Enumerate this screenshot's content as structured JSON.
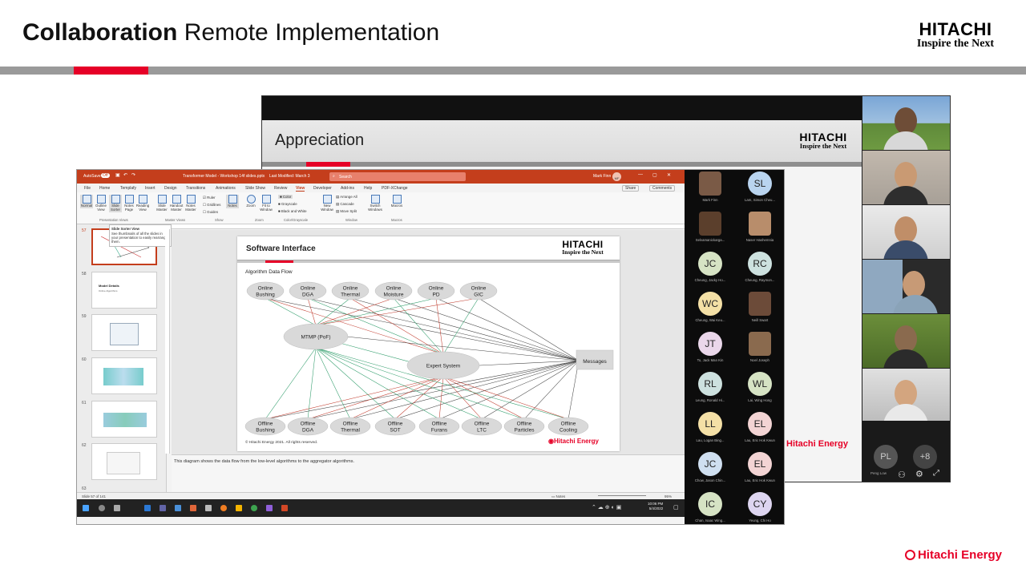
{
  "slide": {
    "title_bold": "Collaboration",
    "title_rest": "Remote Implementation",
    "logo_big": "HITACHI",
    "logo_small": "Inspire the Next",
    "footer_brand": "Hitachi Energy",
    "brand_red": "#e60027"
  },
  "teams": {
    "shared_slide_title": "Appreciation",
    "shared_logo_big": "HITACHI",
    "shared_logo_small": "Inspire the Next",
    "shared_footer": "Hitachi Energy",
    "bottom_participant_initials": "PL",
    "bottom_participant_name": "Peng Low",
    "more_count": "+8"
  },
  "ppt": {
    "autosave": "AutoSave",
    "autosave_state": "Off",
    "file_title": "Transformer Model - Workshop 14f slides.pptx",
    "last_modified": "Last Modified: March 3",
    "search_placeholder": "Search",
    "user_name": "Mark Finn",
    "user_initials": "MF",
    "tabs": [
      "File",
      "Home",
      "Templafy",
      "Insert",
      "Design",
      "Transitions",
      "Animations",
      "Slide Show",
      "Review",
      "View",
      "Developer",
      "Add-ins",
      "Help",
      "PDF-XChange"
    ],
    "share": "Share",
    "comments": "Comments",
    "ribbon": {
      "normal": "Normal",
      "outline": "Outline View",
      "sorter": "Slide Sorter",
      "notes_page": "Notes Page",
      "reading": "Reading View",
      "slide_master": "Slide Master",
      "handout_master": "Handout Master",
      "notes_master": "Notes Master",
      "ruler": "Ruler",
      "gridlines": "Gridlines",
      "guides": "Guides",
      "notes": "Notes",
      "zoom": "Zoom",
      "fit": "Fit to Window",
      "color": "Color",
      "grayscale": "Grayscale",
      "bw": "Black and White",
      "new_window": "New Window",
      "arrange": "Arrange All",
      "cascade": "Cascade",
      "move_split": "Move Split",
      "switch": "Switch Windows",
      "macros": "Macros",
      "grp_presentation": "Presentation Views",
      "grp_master": "Master Views",
      "grp_show": "Show",
      "grp_zoom": "Zoom",
      "grp_color": "Color/Grayscale",
      "grp_window": "Window",
      "grp_macros": "Macros"
    },
    "tooltip_title": "Slide Sorter View",
    "tooltip_text": "See thumbnails of all the slides in your presentation to easily rearrange them.",
    "thumb_numbers": [
      "57",
      "58",
      "59",
      "60",
      "61",
      "62",
      "63"
    ],
    "thumb_58_title": "Model Details",
    "thumb_58_sub": "Online Algorithms",
    "notes_text": "This diagram shows the data flow from the low-level algorithms to the aggregator algorithms.",
    "status_left": "Slide 57 of 141",
    "status_notes": "Notes",
    "zoom_level": "95%",
    "clock_time": "10:06 PM",
    "clock_date": "5/4/2022",
    "slide_content": {
      "title": "Software Interface",
      "logo_big": "HITACHI",
      "logo_small": "Inspire the Next",
      "subtitle": "Algorithm Data Flow",
      "copyright": "© Hitachi Energy 2021. All rights reserved.",
      "footer_brand": "Hitachi Energy",
      "top_nodes": [
        [
          "Online",
          "Bushing"
        ],
        [
          "Online",
          "DGA"
        ],
        [
          "Online",
          "Thermal"
        ],
        [
          "Online",
          "Moisture"
        ],
        [
          "Online",
          "PD"
        ],
        [
          "Online",
          "GIC"
        ]
      ],
      "mid_left": "MTMP (PoF)",
      "mid_right": "Expert System",
      "messages": "Messages",
      "bottom_nodes": [
        [
          "Offline",
          "Bushing"
        ],
        [
          "Offline",
          "DGA"
        ],
        [
          "Offline",
          "Thermal"
        ],
        [
          "Offline",
          "SOT"
        ],
        [
          "Offline",
          "Furans"
        ],
        [
          "Offline",
          "LTC"
        ],
        [
          "Offline",
          "Particles"
        ],
        [
          "Offline",
          "Cooling"
        ]
      ]
    }
  },
  "gallery": [
    {
      "initials": "",
      "name": "Mark Finn",
      "photo": true,
      "color": "#7a5a46"
    },
    {
      "initials": "SL",
      "name": "Lam, Simon Cheu...",
      "photo": false,
      "color": "#b9d4ef"
    },
    {
      "initials": "",
      "name": "Selvamanickarga...",
      "photo": true,
      "color": "#5b3f2c"
    },
    {
      "initials": "",
      "name": "Naser Hashemnia",
      "photo": true,
      "color": "#b88d6b"
    },
    {
      "initials": "JC",
      "name": "Cheung, Jacky Ho...",
      "photo": false,
      "color": "#d6e3c4"
    },
    {
      "initials": "RC",
      "name": "Cheung, Raymon...",
      "photo": false,
      "color": "#cde1df"
    },
    {
      "initials": "WC",
      "name": "Cheung, Wai Keu...",
      "photo": false,
      "color": "#f4e0a6"
    },
    {
      "initials": "",
      "name": "Neill Swart",
      "photo": true,
      "color": "#6c4b39"
    },
    {
      "initials": "JT",
      "name": "To, Jack Man Kin",
      "photo": false,
      "color": "#ead7ea"
    },
    {
      "initials": "",
      "name": "Noel Joseph",
      "photo": true,
      "color": "#8a6a4e"
    },
    {
      "initials": "RL",
      "name": "Leung, Ronald Hi...",
      "photo": false,
      "color": "#cde1df"
    },
    {
      "initials": "WL",
      "name": "Lai, Wing Hong",
      "photo": false,
      "color": "#d6e3c4"
    },
    {
      "initials": "LL",
      "name": "Lau, Logan Bing...",
      "photo": false,
      "color": "#f4e0a6"
    },
    {
      "initials": "EL",
      "name": "Lau, Eric Hok Kwun",
      "photo": false,
      "color": "#f3d4d4"
    },
    {
      "initials": "JC",
      "name": "Chow, Jason Chin...",
      "photo": false,
      "color": "#cfdff0"
    },
    {
      "initials": "EL",
      "name": "Lau, Eric Hok Kwun",
      "photo": false,
      "color": "#f3d4d4"
    },
    {
      "initials": "IC",
      "name": "Chan, Isaac Wing...",
      "photo": false,
      "color": "#d6e3c4"
    },
    {
      "initials": "CY",
      "name": "Yeung, Chi Ho",
      "photo": false,
      "color": "#ddd5f0"
    }
  ]
}
